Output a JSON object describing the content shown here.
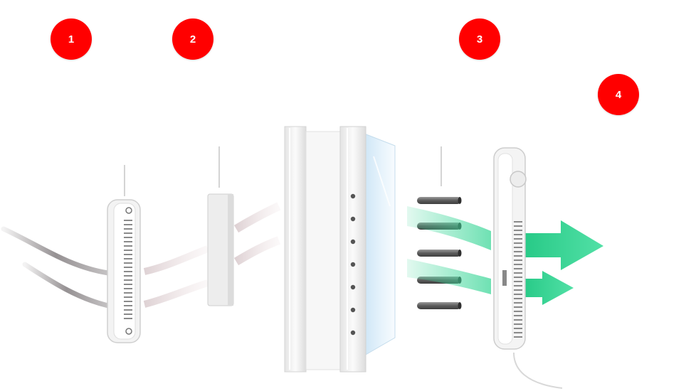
{
  "diagram": {
    "badges": [
      {
        "label": "1"
      },
      {
        "label": "2"
      },
      {
        "label": "3"
      },
      {
        "label": "4"
      }
    ],
    "colors": {
      "badge": "#ff0000",
      "airflow_in": "#8f8a8c",
      "airflow_out": "#2ecf8c",
      "tubes": "#6e6e6e",
      "housing": "#f2f2f2",
      "glass": "#d9ecf8"
    }
  }
}
